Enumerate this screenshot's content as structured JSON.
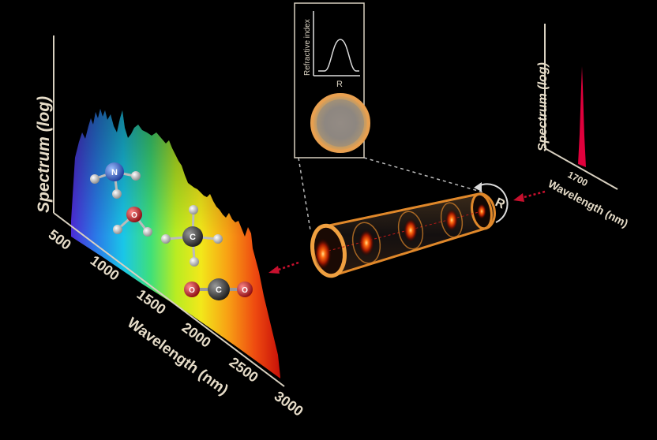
{
  "broadband_plot": {
    "ylabel": "Spectrum (log)",
    "xlabel": "Wavelength (nm)",
    "ticks": [
      "500",
      "1000",
      "1500",
      "2000",
      "2500",
      "3000"
    ]
  },
  "molecules": {
    "nh3": {
      "center": "N"
    },
    "h2o": {
      "center": "O"
    },
    "ch4": {
      "center": "C"
    },
    "co2": {
      "center": "C",
      "left": "O",
      "right": "O"
    }
  },
  "inset": {
    "ylabel": "Refractive index",
    "xlabel": "R"
  },
  "fiber": {
    "radius_label": "R"
  },
  "pump_plot": {
    "ylabel": "Spectrum (log)",
    "xlabel": "Wavelength (nm)",
    "tick": "1700"
  },
  "colors": {
    "background": "#000000",
    "axis": "#d8d0c0",
    "fiber": "#e0882a",
    "pump_peak": "#e0003c",
    "arrow": "#c8102e"
  }
}
